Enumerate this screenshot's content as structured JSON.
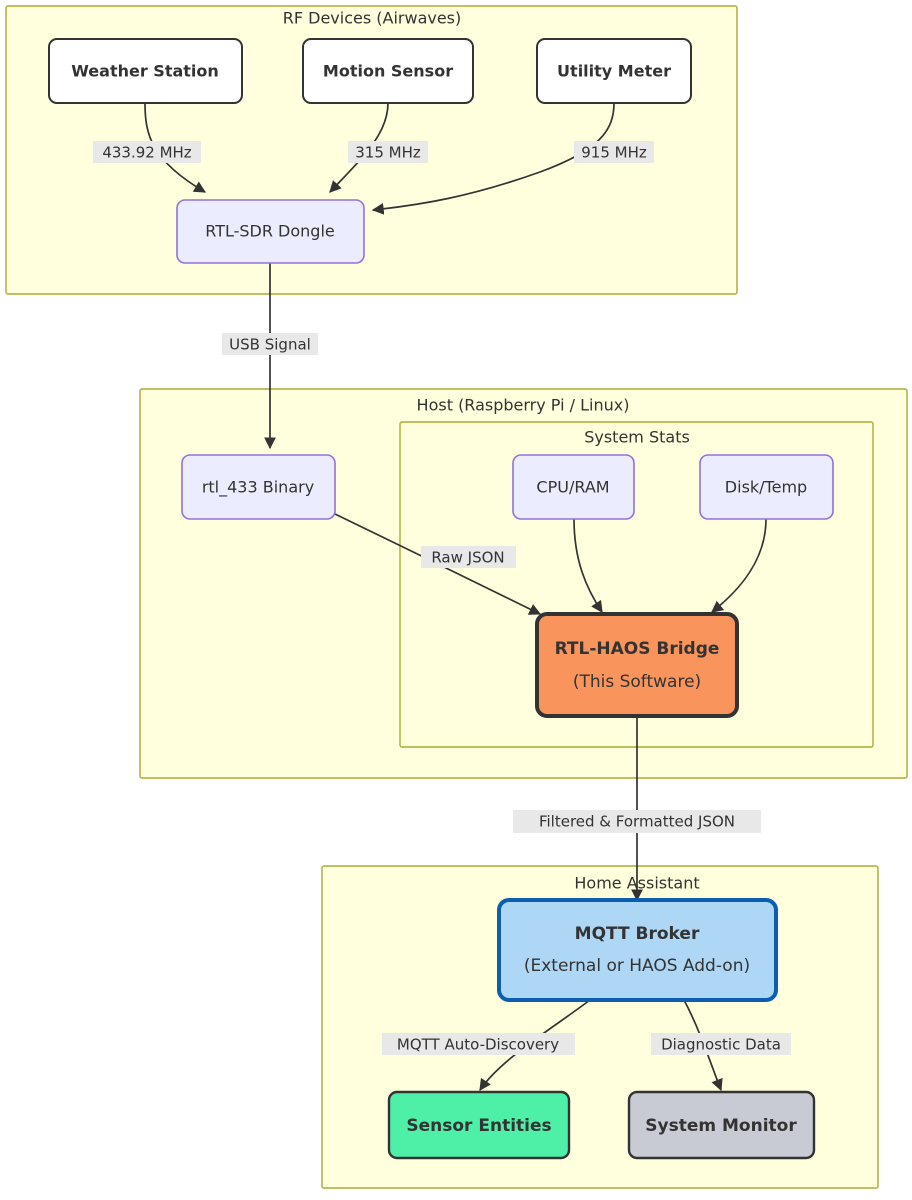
{
  "diagram": {
    "type": "flowchart",
    "title_visible": false,
    "clusters": [
      {
        "id": "rf",
        "label": "RF Devices (Airwaves)"
      },
      {
        "id": "host",
        "label": "Host (Raspberry Pi / Linux)"
      },
      {
        "id": "stats",
        "label": "System Stats"
      },
      {
        "id": "ha",
        "label": "Home Assistant"
      }
    ],
    "nodes": [
      {
        "id": "weather",
        "label": "Weather Station",
        "style": "white",
        "cluster": "rf"
      },
      {
        "id": "motion",
        "label": "Motion Sensor",
        "style": "white",
        "cluster": "rf"
      },
      {
        "id": "utility",
        "label": "Utility Meter",
        "style": "white",
        "cluster": "rf"
      },
      {
        "id": "dongle",
        "label": "RTL-SDR Dongle",
        "style": "lavender",
        "cluster": "rf"
      },
      {
        "id": "rtl433",
        "label": "rtl_433 Binary",
        "style": "lavender",
        "cluster": "host"
      },
      {
        "id": "cpuram",
        "label": "CPU/RAM",
        "style": "lavender",
        "cluster": "stats"
      },
      {
        "id": "disktemp",
        "label": "Disk/Temp",
        "style": "lavender",
        "cluster": "stats"
      },
      {
        "id": "bridge",
        "label": "RTL-HAOS Bridge",
        "sublabel": "(This Software)",
        "style": "orange",
        "cluster": "stats"
      },
      {
        "id": "mqtt",
        "label": "MQTT Broker",
        "sublabel": "(External or HAOS Add-on)",
        "style": "blue",
        "cluster": "ha"
      },
      {
        "id": "entities",
        "label": "Sensor Entities",
        "style": "green",
        "cluster": "ha"
      },
      {
        "id": "sysmon",
        "label": "System Monitor",
        "style": "gray",
        "cluster": "ha"
      }
    ],
    "edges": [
      {
        "from": "weather",
        "to": "dongle",
        "label": "433.92 MHz"
      },
      {
        "from": "motion",
        "to": "dongle",
        "label": "315 MHz"
      },
      {
        "from": "utility",
        "to": "dongle",
        "label": "915 MHz"
      },
      {
        "from": "dongle",
        "to": "rtl433",
        "label": "USB Signal"
      },
      {
        "from": "rtl433",
        "to": "bridge",
        "label": "Raw JSON"
      },
      {
        "from": "cpuram",
        "to": "bridge",
        "label": ""
      },
      {
        "from": "disktemp",
        "to": "bridge",
        "label": ""
      },
      {
        "from": "bridge",
        "to": "mqtt",
        "label": "Filtered & Formatted JSON"
      },
      {
        "from": "mqtt",
        "to": "entities",
        "label": "MQTT Auto-Discovery"
      },
      {
        "from": "mqtt",
        "to": "sysmon",
        "label": "Diagnostic Data"
      }
    ],
    "colors": {
      "cluster_fill": "#ffffde",
      "cluster_stroke": "#aaaa33",
      "white_node_fill": "#ffffff",
      "lavender_node_fill": "#ececff",
      "lavender_node_stroke": "#9370db",
      "orange_node_fill": "#f8945c",
      "blue_node_fill": "#aed6f5",
      "blue_node_stroke": "#0b5fae",
      "green_node_fill": "#4ef0a8",
      "gray_node_fill": "#c8cbd4",
      "edge_stroke": "#333333",
      "edge_label_bg": "#e8e8e8",
      "text": "#333333"
    }
  }
}
